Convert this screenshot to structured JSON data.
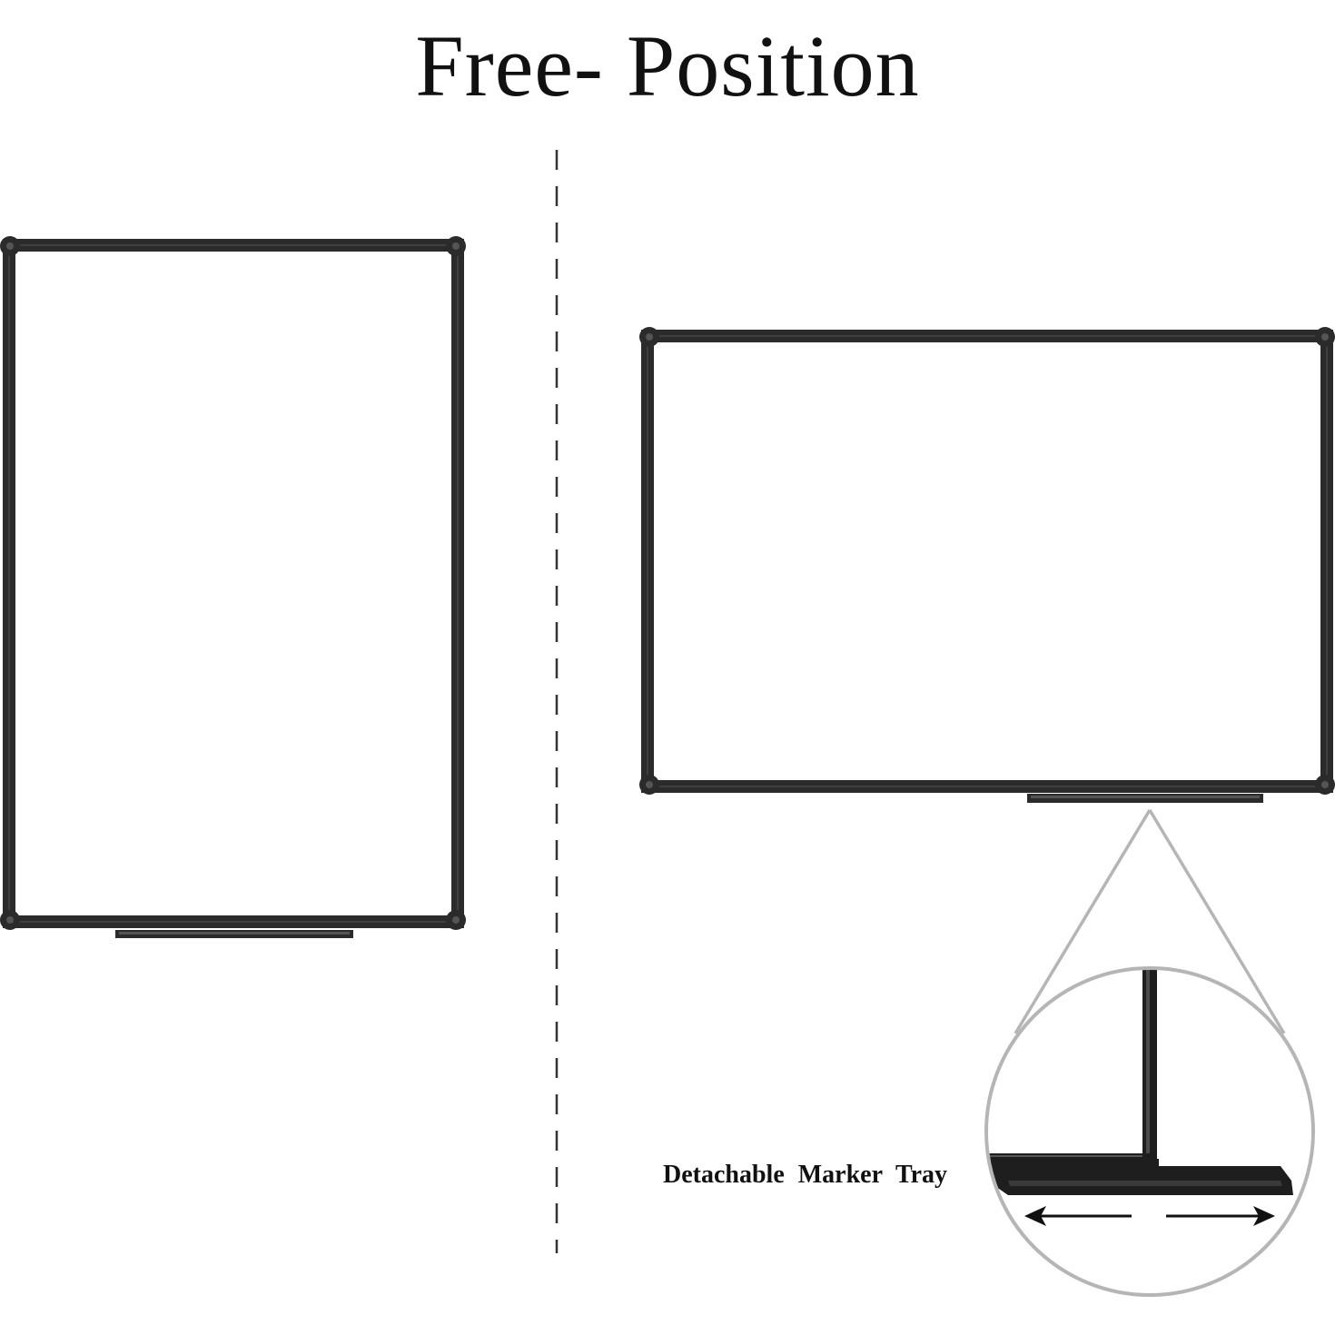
{
  "title": "Free- Position",
  "callout": {
    "label": "Detachable  Marker  Tray"
  },
  "boards": [
    {
      "orientation": "portrait",
      "name": "portrait-whiteboard"
    },
    {
      "orientation": "landscape",
      "name": "landscape-whiteboard"
    }
  ],
  "colors": {
    "frame": "#2b2b2b",
    "frame_highlight": "#555555",
    "board_surface": "#ffffff",
    "divider": "#333333",
    "zoom_outline": "#b5b5b5",
    "arrow": "#111111"
  },
  "icons": {
    "left_arrow": "arrow-left-icon",
    "right_arrow": "arrow-right-icon"
  }
}
